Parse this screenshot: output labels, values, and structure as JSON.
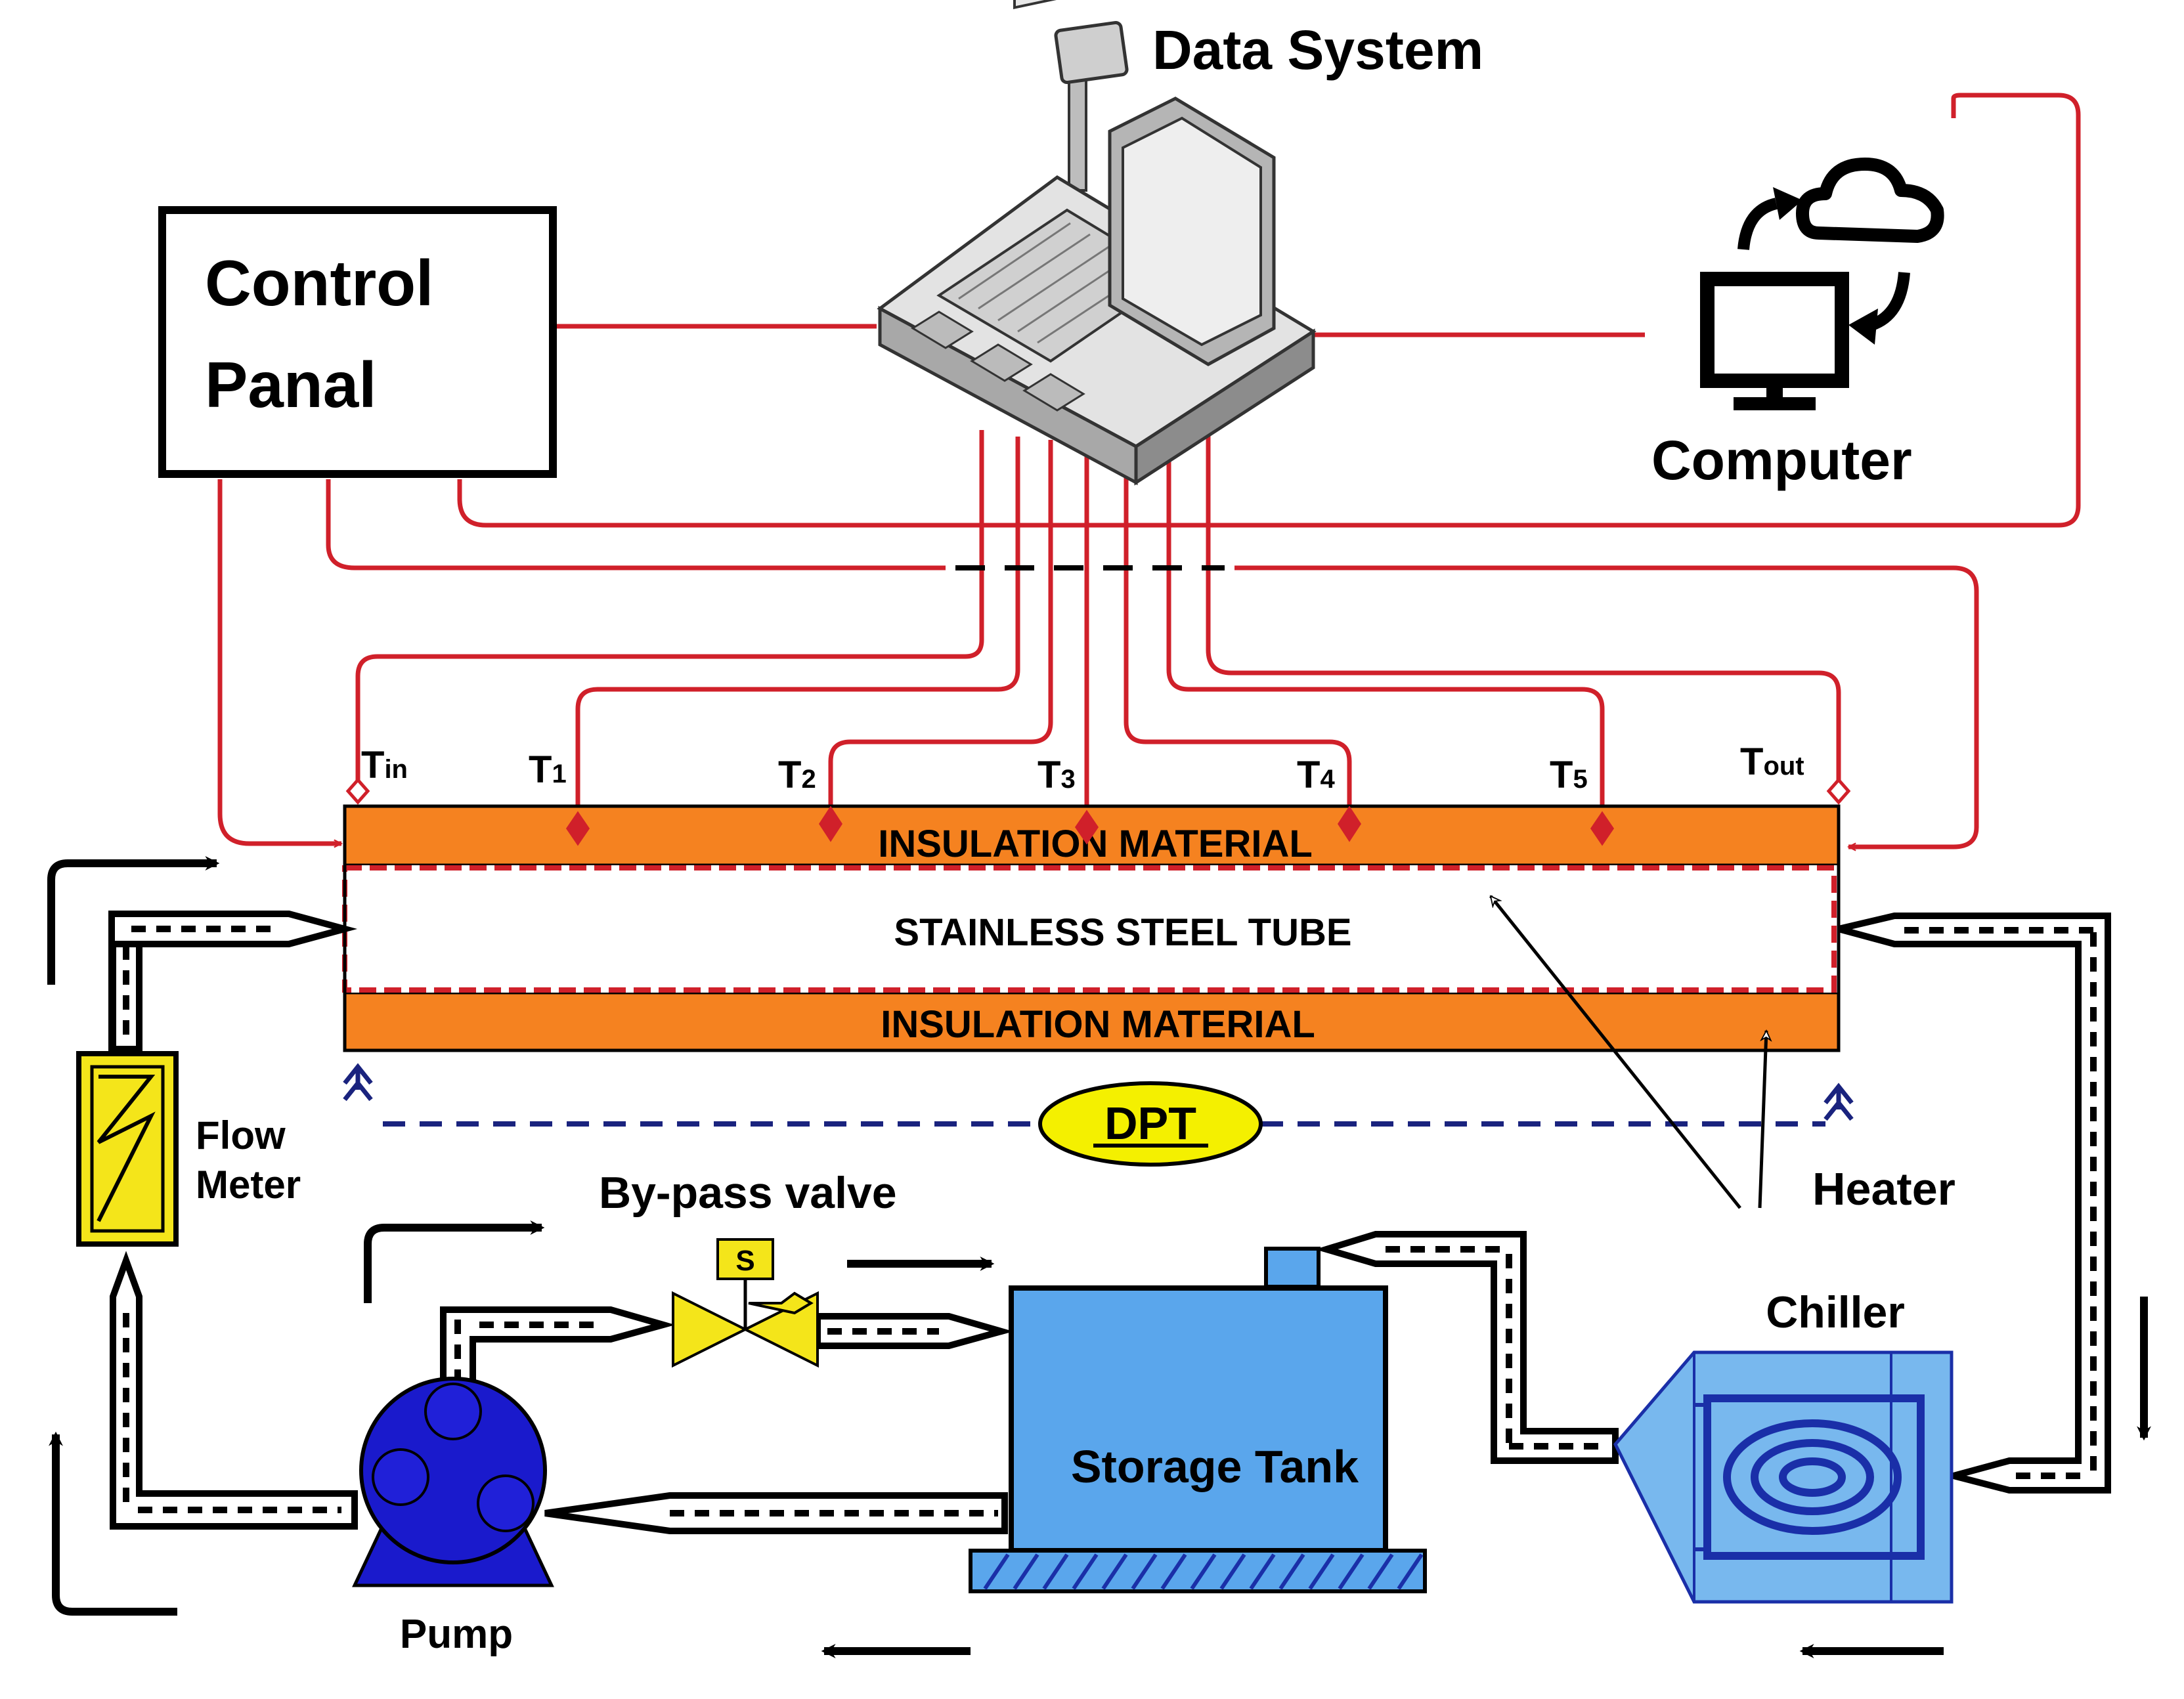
{
  "labels": {
    "data_system": "Data System",
    "control_line1": "Control",
    "control_line2": "Panal",
    "computer": "Computer",
    "insulation_top": "INSULATION MATERIAL",
    "insulation_bottom": "INSULATION MATERIAL",
    "tube": "STAINLESS STEEL TUBE",
    "dpt": "DPT",
    "heater": "Heater",
    "flow_line1": "Flow",
    "flow_line2": "Meter",
    "bypass": "By-pass valve",
    "valve_s": "S",
    "storage": "Storage Tank",
    "chiller": "Chiller",
    "pump": "Pump"
  },
  "sensors": {
    "tin": {
      "main": "T",
      "sub": "in"
    },
    "t1": {
      "main": "T",
      "sub": "1"
    },
    "t2": {
      "main": "T",
      "sub": "2"
    },
    "t3": {
      "main": "T",
      "sub": "3"
    },
    "t4": {
      "main": "T",
      "sub": "4"
    },
    "t5": {
      "main": "T",
      "sub": "5"
    },
    "tout": {
      "main": "T",
      "sub": "out"
    }
  },
  "colors": {
    "signal_wire": "#d0202a",
    "insulation": "#f58220",
    "pump": "#1a1acc",
    "tank": "#5aa6ec",
    "chiller": "#78b8ee",
    "chiller_coil": "#1a2fa8",
    "valve": "#f4e51a",
    "flow_meter": "#f4e51a",
    "dpt_fill": "#f4f000",
    "dpt_line": "#1a237e",
    "pipe_outline": "#000000"
  }
}
